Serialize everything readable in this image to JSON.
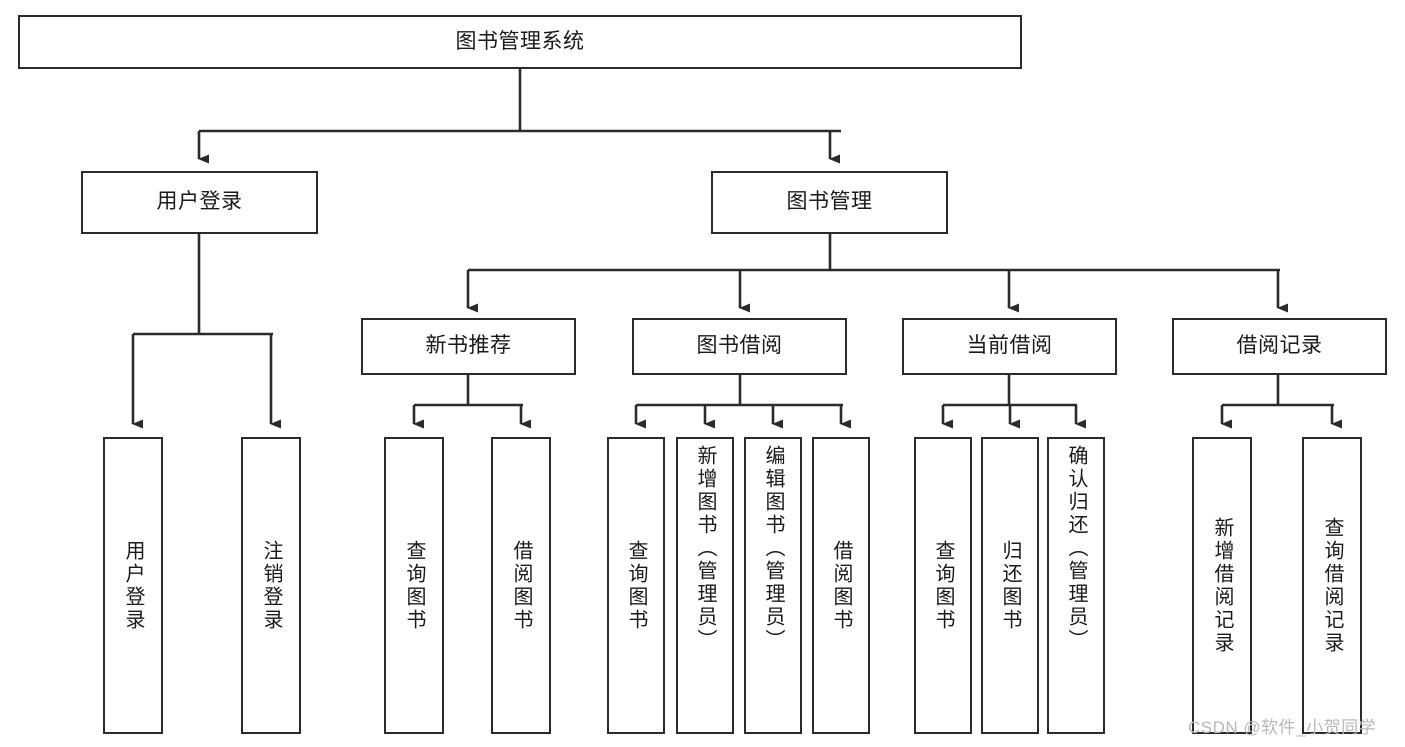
{
  "diagram": {
    "title": "图书管理系统",
    "type": "tree-hierarchy-chart",
    "colors": {
      "box_border": "#2b2b2b",
      "box_fill": "#ffffff",
      "connector": "#3a3a3a",
      "text": "#1a1a1a",
      "watermark": "#b9b9b9"
    },
    "root": {
      "label": "图书管理系统"
    },
    "level2": [
      {
        "label": "用户登录"
      },
      {
        "label": "图书管理"
      }
    ],
    "level3": [
      {
        "label": "新书推荐"
      },
      {
        "label": "图书借阅"
      },
      {
        "label": "当前借阅"
      },
      {
        "label": "借阅记录"
      }
    ],
    "leaves": {
      "user_login": [
        {
          "label": "用户登录"
        },
        {
          "label": "注销登录"
        }
      ],
      "new_book_recommend": [
        {
          "label": "查询图书"
        },
        {
          "label": "借阅图书"
        }
      ],
      "book_borrow": [
        {
          "label": "查询图书"
        },
        {
          "label": "新增图书（管理员）"
        },
        {
          "label": "编辑图书（管理员）"
        },
        {
          "label": "借阅图书"
        }
      ],
      "current_borrow": [
        {
          "label": "查询图书"
        },
        {
          "label": "归还图书"
        },
        {
          "label": "确认归还（管理员）"
        }
      ],
      "borrow_record": [
        {
          "label": "新增借阅记录"
        },
        {
          "label": "查询借阅记录"
        }
      ]
    },
    "watermark": "CSDN @软件_小贺同学"
  }
}
